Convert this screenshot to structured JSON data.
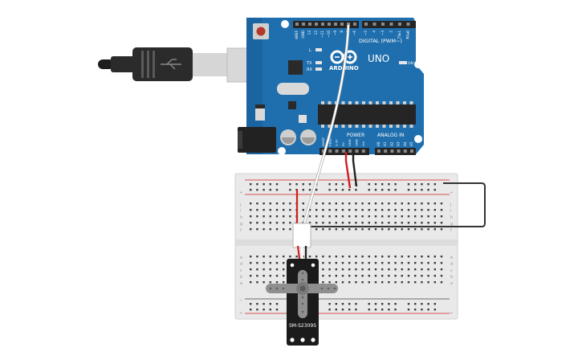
{
  "arduino": {
    "logo_text": "ARDUINO",
    "model": "UNO",
    "digital_header": "DIGITAL (PWM~)",
    "power_header": "POWER",
    "analog_header": "ANALOG IN",
    "led_l": "L",
    "led_tx": "TX",
    "led_rx": "RX",
    "led_on": "ON",
    "digital_pins": [
      "AREF",
      "GND",
      "13",
      "12",
      "~11",
      "~10",
      "~9",
      "8",
      "7",
      "~6",
      "~5",
      "4",
      "~3",
      "2",
      "TX▸1",
      "RX◂0"
    ],
    "power_pins": [
      "IOREF",
      "RESET",
      "3.3V",
      "5V",
      "GND",
      "GND",
      "Vin"
    ],
    "analog_pins": [
      "A0",
      "A1",
      "A2",
      "A3",
      "A4",
      "A5"
    ]
  },
  "breadboard": {
    "plus": "+",
    "minus": "−",
    "row_letters_top": [
      "j",
      "i",
      "h",
      "g",
      "f"
    ],
    "row_letters_bottom": [
      "e",
      "d",
      "c",
      "b",
      "a"
    ]
  },
  "servo": {
    "label": "SM-S2309S"
  },
  "colors": {
    "board": "#1f6fae",
    "board_dark": "#155a91",
    "breadboard": "#e9e9e9",
    "wire_red": "#d01e1e",
    "wire_black": "#222222",
    "wire_white": "#ffffff",
    "servo_body": "#1b1b1b",
    "usb_cable": "#2b2b2b"
  }
}
